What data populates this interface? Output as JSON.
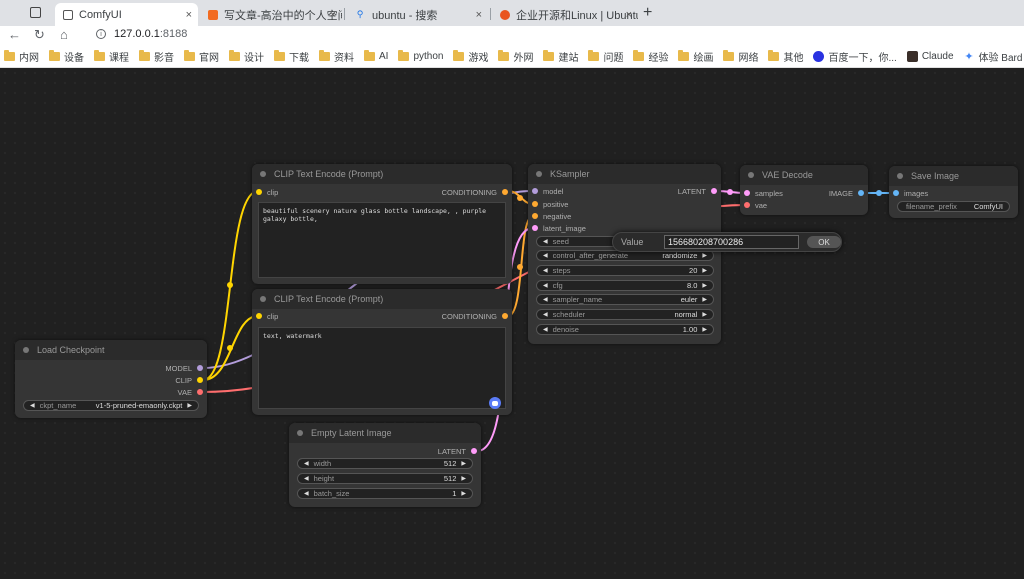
{
  "browser": {
    "tabs": [
      {
        "title": "ComfyUI",
        "active": true
      },
      {
        "title": "写文章-高治中的个人空间",
        "active": false
      },
      {
        "title": "ubuntu - 搜索",
        "active": false
      },
      {
        "title": "企业开源和Linux | Ubuntu",
        "active": false
      }
    ],
    "close_glyph": "×",
    "newtab_glyph": "+",
    "url_host": "127.0.0.1",
    "url_port": ":8188",
    "bookmarks": [
      "内网",
      "设备",
      "课程",
      "影音",
      "官网",
      "设计",
      "下载",
      "资料",
      "AI",
      "python",
      "游戏",
      "外网",
      "建站",
      "问题",
      "经验",
      "绘画",
      "网络",
      "其他"
    ],
    "bookmarks_special": [
      "百度一下，你...",
      "Claude",
      "体验 Bard - Go..."
    ]
  },
  "nodes": {
    "clip1": {
      "title": "CLIP Text Encode (Prompt)",
      "input": "clip",
      "output": "CONDITIONING",
      "text": "beautiful scenery nature glass bottle landscape, , purple galaxy bottle,"
    },
    "clip2": {
      "title": "CLIP Text Encode (Prompt)",
      "input": "clip",
      "output": "CONDITIONING",
      "text": "text, watermark"
    },
    "ksampler": {
      "title": "KSampler",
      "inputs": [
        "model",
        "positive",
        "negative",
        "latent_image"
      ],
      "output": "LATENT",
      "widgets": [
        {
          "name": "seed",
          "value": ""
        },
        {
          "name": "control_after_generate",
          "value": "randomize"
        },
        {
          "name": "steps",
          "value": "20"
        },
        {
          "name": "cfg",
          "value": "8.0"
        },
        {
          "name": "sampler_name",
          "value": "euler"
        },
        {
          "name": "scheduler",
          "value": "normal"
        },
        {
          "name": "denoise",
          "value": "1.00"
        }
      ]
    },
    "vae_decode": {
      "title": "VAE Decode",
      "inputs": [
        "samples",
        "vae"
      ],
      "output": "IMAGE"
    },
    "save_image": {
      "title": "Save Image",
      "input": "images",
      "widget_name": "filename_prefix",
      "widget_value": "ComfyUI"
    },
    "load_checkpoint": {
      "title": "Load Checkpoint",
      "outputs": [
        "MODEL",
        "CLIP",
        "VAE"
      ],
      "widget_name": "ckpt_name",
      "widget_value": "v1-5-pruned-emaonly.ckpt"
    },
    "empty_latent": {
      "title": "Empty Latent Image",
      "output": "LATENT",
      "widgets": [
        {
          "name": "width",
          "value": "512"
        },
        {
          "name": "height",
          "value": "512"
        },
        {
          "name": "batch_size",
          "value": "1"
        }
      ]
    }
  },
  "value_dialog": {
    "label": "Value",
    "value": "156680208700286",
    "ok": "OK"
  },
  "colors": {
    "model": "#b39ddb",
    "clip": "#ffd500",
    "vae": "#ff6e6e",
    "conditioning": "#ffa931",
    "latent": "#ff9cf9",
    "image": "#64b5f6"
  }
}
